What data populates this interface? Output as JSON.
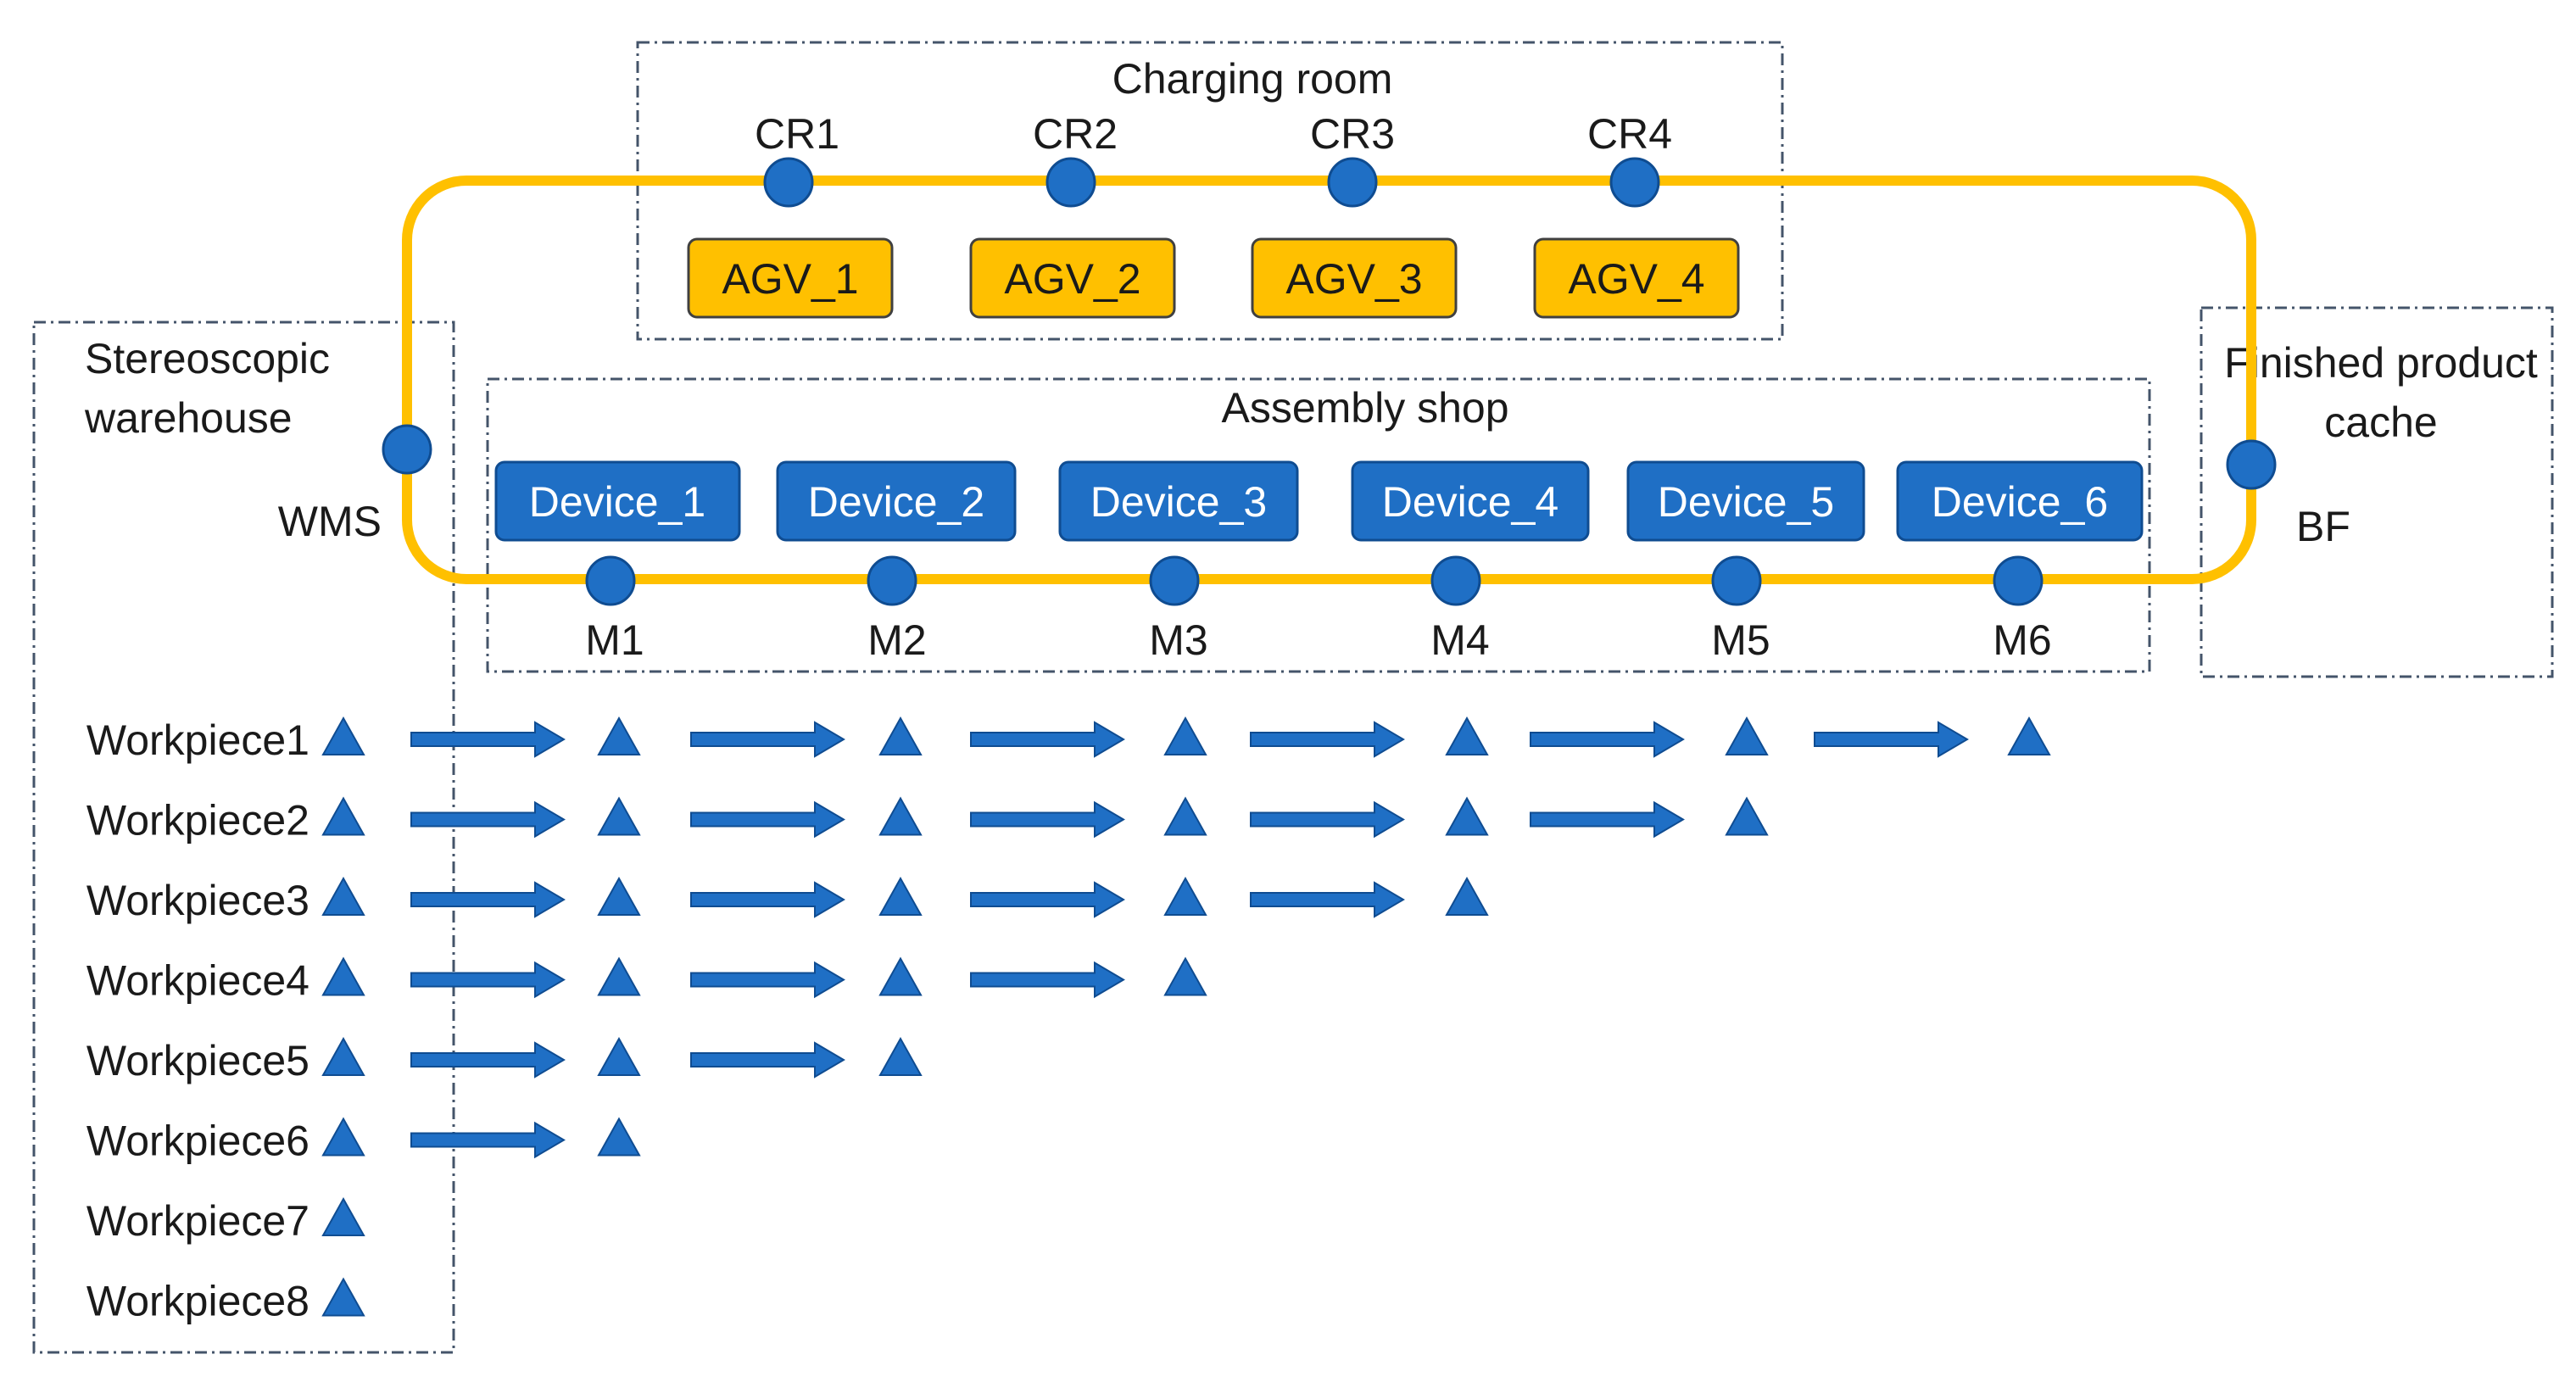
{
  "zones": {
    "charging_room": "Charging room",
    "warehouse_line1": "Stereoscopic",
    "warehouse_line2": "warehouse",
    "assembly_shop": "Assembly shop",
    "cache_line1": "Finished product",
    "cache_line2": "cache"
  },
  "stations": {
    "charging": [
      "CR1",
      "CR2",
      "CR3",
      "CR4"
    ],
    "devices": [
      "M1",
      "M2",
      "M3",
      "M4",
      "M5",
      "M6"
    ],
    "warehouse": "WMS",
    "cache": "BF"
  },
  "agvs": [
    "AGV_1",
    "AGV_2",
    "AGV_3",
    "AGV_4"
  ],
  "devices": [
    "Device_1",
    "Device_2",
    "Device_3",
    "Device_4",
    "Device_5",
    "Device_6"
  ],
  "workpieces": [
    {
      "label": "Workpiece1",
      "steps": 6
    },
    {
      "label": "Workpiece2",
      "steps": 5
    },
    {
      "label": "Workpiece3",
      "steps": 4
    },
    {
      "label": "Workpiece4",
      "steps": 3
    },
    {
      "label": "Workpiece5",
      "steps": 2
    },
    {
      "label": "Workpiece6",
      "steps": 1
    },
    {
      "label": "Workpiece7",
      "steps": 0
    },
    {
      "label": "Workpiece8",
      "steps": 0
    }
  ],
  "colors": {
    "track": "#FFC000",
    "agv_fill": "#FFC000",
    "agv_stroke": "#404040",
    "device_fill": "#1F6FC5",
    "device_stroke": "#0F4C91",
    "node_fill": "#1F6FC5",
    "node_stroke": "#0F4C91",
    "flow": "#1F6FC5",
    "zone_border": "#44546A"
  }
}
